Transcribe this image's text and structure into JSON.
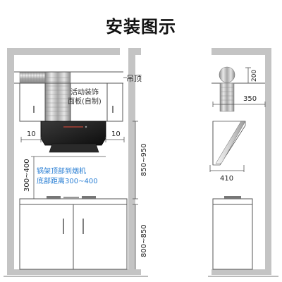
{
  "title": "安装图示",
  "labels": {
    "ceiling": "吊顶",
    "panel_line1": "活动装饰",
    "panel_line2": "面板(自制)",
    "left_gap": "10",
    "right_gap": "10",
    "dim_850_950": "850~950",
    "dim_300_400": "300~400",
    "note_line1": "锅架顶部到烟机",
    "note_line2": "底部距离300~400",
    "dim_800_850": "800~850",
    "dim_200": "200",
    "dim_350": "350",
    "dim_410": "410"
  },
  "colors": {
    "wall": "#bfbfbf",
    "line": "#555555",
    "accent_blue": "#2a7fd4",
    "hood_dark": "#1a1a1a"
  }
}
